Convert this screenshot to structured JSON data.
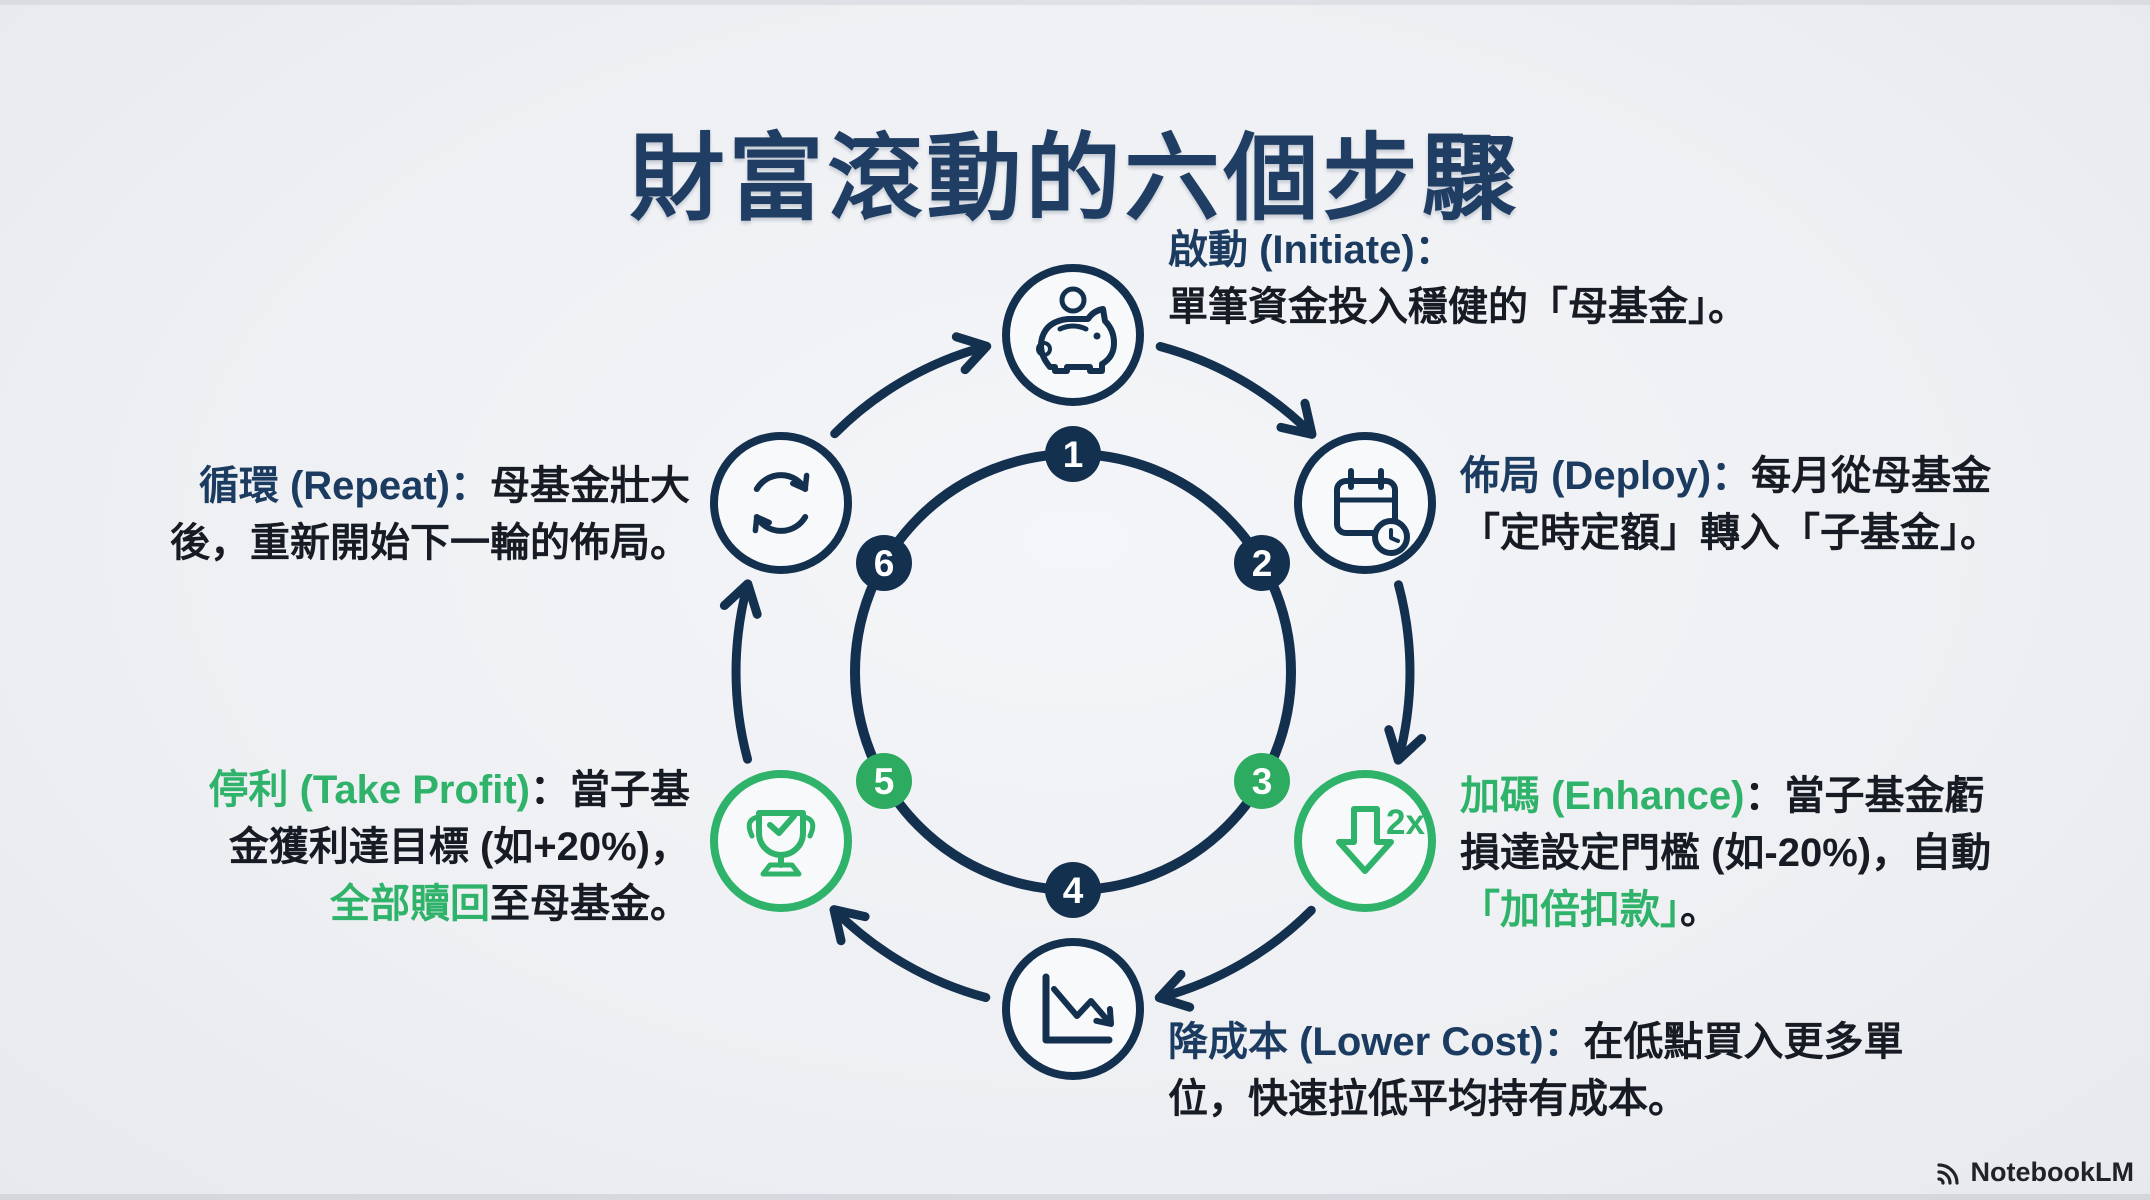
{
  "title": "財富滾動的六個步驟",
  "brand": {
    "watermark": "NotebookLM"
  },
  "colors": {
    "navy_stroke": "#14304f",
    "navy_label": "#1c3b60",
    "green": "#2fb269",
    "badge_navy_fill": "#13304f",
    "badge_green_fill": "#2cab61",
    "body_text": "#171c24",
    "background": "#eef0f3",
    "badge_number_text": "#ffffff"
  },
  "steps": [
    {
      "num": "1",
      "label": "啟動 (Initiate)：",
      "body": "單筆資金投入穩健的「母基金」。",
      "accent": "navy",
      "icon": "piggy-bank"
    },
    {
      "num": "2",
      "label": "佈局 (Deploy)：",
      "body": "每月從母基金「定時定額」轉入「子基金」。",
      "accent": "navy",
      "icon": "calendar-clock"
    },
    {
      "num": "3",
      "label": "加碼 (Enhance)",
      "body_1": "：當子基金虧損達設定門檻 (如-20%)，自動",
      "highlight": "「加倍扣款」",
      "body_2": "。",
      "accent": "green",
      "icon": "double-down-arrow",
      "icon_text": "2x"
    },
    {
      "num": "4",
      "label": "降成本 (Lower Cost)：",
      "body": "在低點買入更多單位，快速拉低平均持有成本。",
      "accent": "navy",
      "icon": "declining-chart"
    },
    {
      "num": "5",
      "label": "停利 (Take Profit)",
      "body_1": "：當子基金獲利達目標 (如+20%)，",
      "highlight": "全部贖回",
      "body_2": "至母基金。",
      "accent": "green",
      "icon": "trophy-check"
    },
    {
      "num": "6",
      "label": "循環 (Repeat)：",
      "body": "母基金壯大後，重新開始下一輪的佈局。",
      "accent": "navy",
      "icon": "refresh-cycle"
    }
  ]
}
